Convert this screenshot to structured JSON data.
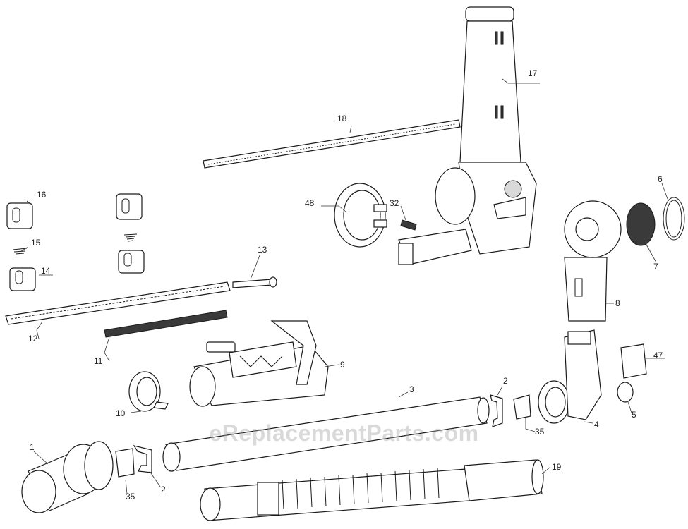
{
  "watermark": "eReplacementParts.com",
  "labels": {
    "p1": "1",
    "p2a": "2",
    "p2b": "2",
    "p3": "3",
    "p4": "4",
    "p5": "5",
    "p6": "6",
    "p7": "7",
    "p8": "8",
    "p9": "9",
    "p10": "10",
    "p11": "11",
    "p12": "12",
    "p13": "13",
    "p14": "14",
    "p15": "15",
    "p16": "16",
    "p17": "17",
    "p18": "18",
    "p19": "19",
    "p32": "32",
    "p35a": "35",
    "p35b": "35",
    "p47": "47",
    "p48": "48"
  }
}
